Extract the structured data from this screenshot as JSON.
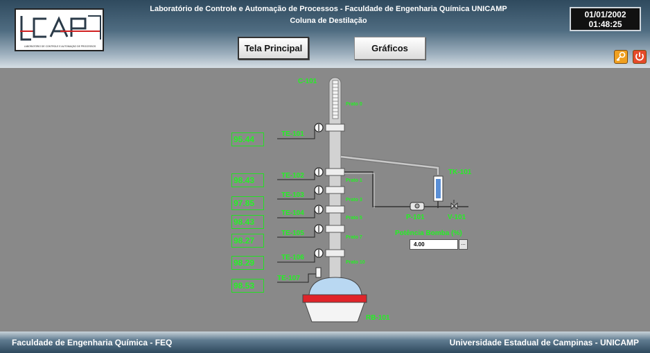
{
  "header": {
    "title": "Laboratório de Controle e Automação de Processos - Faculdade de Engenharia Química UNICAMP",
    "subtitle": "Coluna de Destilação",
    "logo_caption": "LABORATÓRIO DE CONTROLE E AUTOMAÇÃO DE PROCESSOS",
    "date": "01/01/2002",
    "time": "01:48:25"
  },
  "nav": {
    "main_label": "Tela Principal",
    "charts_label": "Gráficos"
  },
  "tools": {
    "key_icon": "key-icon",
    "power_icon": "power-icon"
  },
  "process": {
    "column_label": "C-101",
    "tank_label": "TK-101",
    "pump_label": "P-101",
    "valve_label": "V-101",
    "reboiler_label": "RB-101",
    "pump_power_label": "Potência Bomba (%)",
    "pump_power_value": "4.00",
    "pump_power_button": "...",
    "plates": [
      "Prato 0",
      "Prato 1",
      "Prato 3",
      "Prato 5",
      "Prato 7",
      "Prato 10"
    ],
    "sensors": [
      {
        "tag": "TE-101",
        "value": "95.44"
      },
      {
        "tag": "TE-102",
        "value": "98.43"
      },
      {
        "tag": "TE-103",
        "value": "97.85"
      },
      {
        "tag": "TE-104",
        "value": "98.43"
      },
      {
        "tag": "TE-105",
        "value": "98.27"
      },
      {
        "tag": "TE-106",
        "value": "98.29"
      },
      {
        "tag": "TE-107",
        "value": "98.53"
      }
    ]
  },
  "footer": {
    "left": "Faculdade de Engenharia Química - FEQ",
    "right": "Universidade Estadual de Campinas - UNICAMP"
  },
  "colors": {
    "accent_green": "#24f024",
    "reboiler_red": "#e0242a",
    "background": "#898989"
  }
}
